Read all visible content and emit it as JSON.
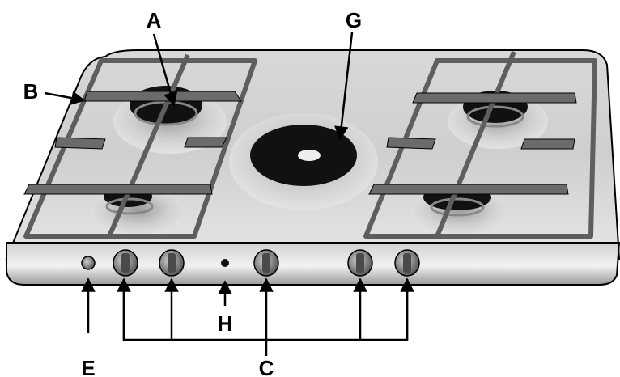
{
  "labels": {
    "A": "A",
    "B": "B",
    "C": "C",
    "E": "E",
    "G": "G",
    "H": "H"
  },
  "colors": {
    "steel_light": "#e8e8e8",
    "steel_mid": "#bdbdbd",
    "steel_dark": "#7a7a7a",
    "grate": "#6b6b6b",
    "burner": "#111111",
    "outline": "#000000"
  }
}
